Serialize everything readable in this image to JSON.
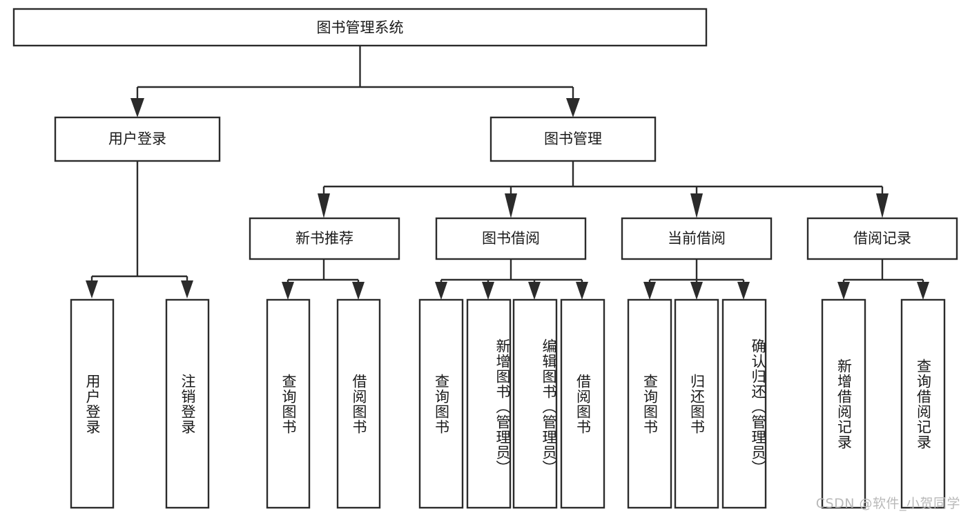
{
  "diagram": {
    "title": "图书管理系统",
    "type": "hierarchy-tree",
    "colors": {
      "box_stroke": "#2b2b2b",
      "box_fill": "#ffffff",
      "connector": "#2b2b2b",
      "text": "#1a1a1a",
      "watermark": "#b9b9b9",
      "background": "#ffffff"
    },
    "root": {
      "label": "图书管理系统"
    },
    "level2": [
      {
        "label": "用户登录"
      },
      {
        "label": "图书管理"
      }
    ],
    "level3": [
      {
        "label": "新书推荐"
      },
      {
        "label": "图书借阅"
      },
      {
        "label": "当前借阅"
      },
      {
        "label": "借阅记录"
      }
    ],
    "leaves": {
      "user_login": [
        {
          "label": "用户登录"
        },
        {
          "label": "注销登录"
        }
      ],
      "new_book_recommend": [
        {
          "label": "查询图书"
        },
        {
          "label": "借阅图书"
        }
      ],
      "book_borrow": [
        {
          "label": "查询图书"
        },
        {
          "label": "新增图书（管理员）"
        },
        {
          "label": "编辑图书（管理员）"
        },
        {
          "label": "借阅图书"
        }
      ],
      "current_borrow": [
        {
          "label": "查询图书"
        },
        {
          "label": "归还图书"
        },
        {
          "label": "确认归还（管理员）"
        }
      ],
      "borrow_records": [
        {
          "label": "新增借阅记录"
        },
        {
          "label": "查询借阅记录"
        }
      ]
    },
    "watermark": "CSDN @软件_小贺同学"
  }
}
